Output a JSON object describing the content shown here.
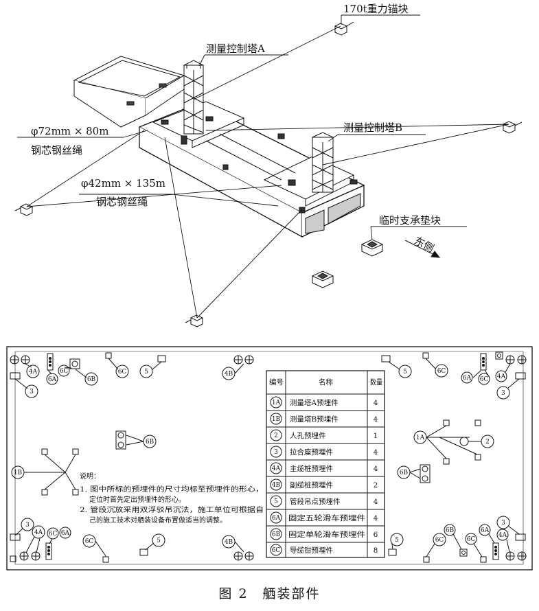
{
  "top": {
    "label_anchor": "170t重力锚块",
    "label_tower_a": "测量控制塔A",
    "label_tower_b": "测量控制塔B",
    "rope1_spec": "φ72mm × 80m",
    "rope1_name": "钢芯钢丝绳",
    "rope2_spec": "φ42mm × 135m",
    "rope2_name": "钢芯钢丝绳",
    "label_support": "临时支承垫块",
    "label_east": "东侧"
  },
  "table": {
    "headers": [
      "编号",
      "名称",
      "数量"
    ],
    "rows": [
      {
        "code": "1A",
        "name": "测量塔A预埋件",
        "qty": "4"
      },
      {
        "code": "1B",
        "name": "测量塔B预埋件",
        "qty": "4"
      },
      {
        "code": "2",
        "name": "人孔预埋件",
        "qty": "1"
      },
      {
        "code": "3",
        "name": "拉合座预埋件",
        "qty": "4"
      },
      {
        "code": "4A",
        "name": "主缆桩预埋件",
        "qty": "4"
      },
      {
        "code": "4B",
        "name": "副缆桩预埋件",
        "qty": "2"
      },
      {
        "code": "5",
        "name": "管段吊点预埋件",
        "qty": "4"
      },
      {
        "code": "6A",
        "name": "固定五轮滑车预埋件",
        "qty": "4"
      },
      {
        "code": "6B",
        "name": "固定单轮滑车预埋件",
        "qty": "6"
      },
      {
        "code": "6C",
        "name": "导缆钳预埋件",
        "qty": "8"
      }
    ]
  },
  "notes": {
    "title": "说明：",
    "line1": "1. 图中所标的预埋件的尺寸均标至预埋件的形心，",
    "line2": "定位时首先定出预埋件的形心。",
    "line3": "2. 管段沉放采用双浮驳吊沉法，施工单位可根据自",
    "line4": "己的施工技术对舾装设备布置做适当的调整。"
  },
  "markers": {
    "m1A": "1A",
    "m1B": "1B",
    "m2": "2",
    "m3": "3",
    "m4A": "4A",
    "m4B": "4B",
    "m5": "5",
    "m6A": "6A",
    "m6B": "6B",
    "m6C": "6C"
  },
  "caption": "图 2　舾装部件"
}
